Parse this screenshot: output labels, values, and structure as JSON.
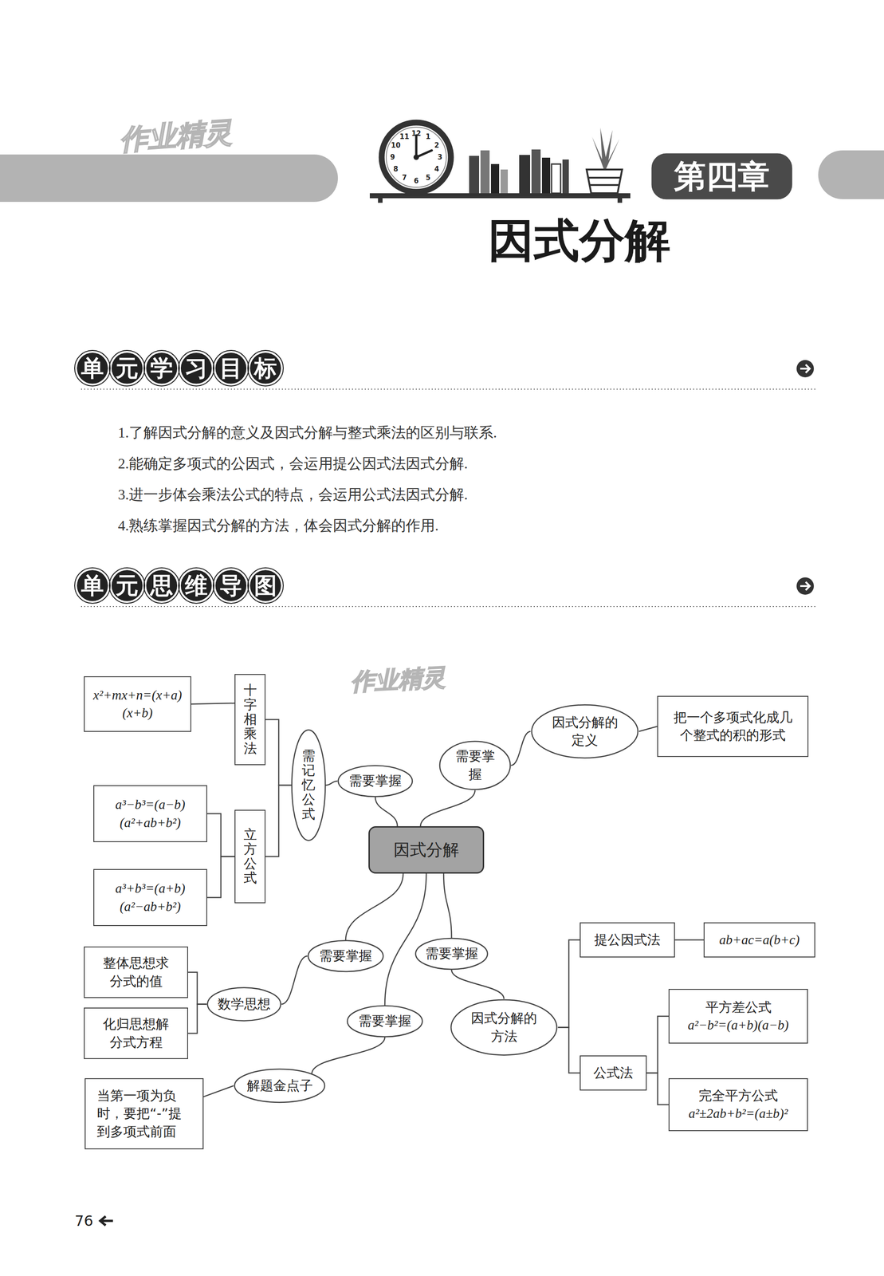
{
  "diagram": {
    "title": "因式分解",
    "nodes": [
      {
        "text": [
          "x²+mx+n=(x+a)(x+b)"
        ]
      },
      {
        "text": [
          "十字相乘法"
        ]
      },
      {
        "text": [
          "需记忆公式"
        ]
      },
      {
        "text": [
          "需要掌握"
        ]
      },
      {
        "text": [
          "需要掌握"
        ]
      },
      {
        "text": [
          "因式分解的定义"
        ]
      },
      {
        "text": [
          "把一个多项式化成几个整式的积的形式"
        ]
      },
      {
        "text": [
          "a³−b³=(a−b)(a²+ab+b²)"
        ]
      },
      {
        "text": [
          "立方公式"
        ]
      },
      {
        "text": [
          "a³+b³=(a+b)(a²−ab+b²)"
        ]
      },
      {
        "text": [
          "因式分解"
        ]
      },
      {
        "text": [
          "提公因式法"
        ]
      },
      {
        "text": [
          "ab+ac=a(b+c)"
        ]
      },
      {
        "text": [
          "整体思想求分式的值"
        ]
      },
      {
        "text": [
          "需要掌握"
        ]
      },
      {
        "text": [
          "需要掌握"
        ]
      },
      {
        "text": [
          "数学思想"
        ]
      },
      {
        "text": [
          "化归思想解分式方程"
        ]
      },
      {
        "text": [
          "需要掌握"
        ]
      },
      {
        "text": [
          "平方差公式",
          "a²−b²=(a+b)(a−b)"
        ]
      },
      {
        "text": [
          "因式分解的方法"
        ]
      },
      {
        "text": [
          "公式法"
        ]
      },
      {
        "text": [
          "解题金点子"
        ]
      },
      {
        "text": [
          "当第一项为负时，要把“-”提到多项式前面"
        ]
      },
      {
        "text": [
          "完全平方公式",
          "a²±2ab+b²=(a±b)²"
        ]
      }
    ],
    "edges": [
      {
        "from": 10,
        "to": 3,
        "arrow": "none"
      },
      {
        "from": 10,
        "to": 4,
        "arrow": "none"
      },
      {
        "from": 10,
        "to": 14,
        "arrow": "none"
      },
      {
        "from": 10,
        "to": 15,
        "arrow": "none"
      },
      {
        "from": 10,
        "to": 18,
        "arrow": "none"
      },
      {
        "from": 3,
        "to": 2,
        "arrow": "none"
      },
      {
        "from": 4,
        "to": 5,
        "arrow": "none"
      },
      {
        "from": 5,
        "to": 6,
        "arrow": "none"
      },
      {
        "from": 2,
        "to": 1,
        "arrow": "none"
      },
      {
        "from": 2,
        "to": 8,
        "arrow": "none"
      },
      {
        "from": 1,
        "to": 0,
        "arrow": "none"
      },
      {
        "from": 8,
        "to": 7,
        "arrow": "none"
      },
      {
        "from": 8,
        "to": 9,
        "arrow": "none"
      },
      {
        "from": 14,
        "to": 16,
        "arrow": "none"
      },
      {
        "from": 16,
        "to": 13,
        "arrow": "none"
      },
      {
        "from": 16,
        "to": 17,
        "arrow": "none"
      },
      {
        "from": 18,
        "to": 22,
        "arrow": "none"
      },
      {
        "from": 22,
        "to": 23,
        "arrow": "none"
      },
      {
        "from": 15,
        "to": 20,
        "arrow": "none"
      },
      {
        "from": 20,
        "to": 11,
        "arrow": "none"
      },
      {
        "from": 20,
        "to": 21,
        "arrow": "none"
      },
      {
        "from": 11,
        "to": 12,
        "arrow": "none"
      },
      {
        "from": 21,
        "to": 19,
        "arrow": "none"
      },
      {
        "from": 21,
        "to": 24,
        "arrow": "none"
      }
    ],
    "labels": [
      "作业精灵",
      "12",
      "1",
      "2",
      "3",
      "4",
      "5",
      "6",
      "7",
      "8",
      "9",
      "10",
      "11",
      "第四章",
      "单元学习目标",
      "1.了解因式分解的意义及因式分解与整式乘法的区别与联系.",
      "2.能确定多项式的公因式，会运用提公因式法因式分解.",
      "3.进一步体会乘法公式的特点，会运用公式法因式分解.",
      "4.熟练掌握因式分解的方法，体会因式分解的作用.",
      "单元思维导图",
      "作业精灵",
      "76"
    ]
  }
}
